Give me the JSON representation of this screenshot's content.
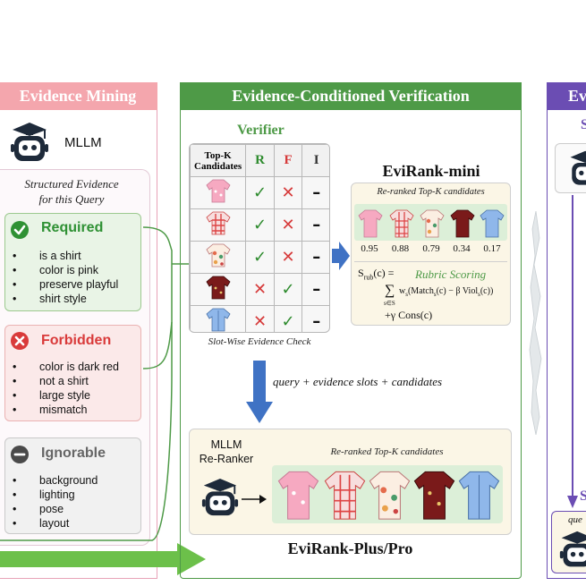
{
  "colors": {
    "mining_header": "#f4a6ad",
    "mining_border": "#e8a3b7",
    "verify_header": "#4e9a47",
    "verify_border": "#4e9a47",
    "right_header": "#6b4db3",
    "green_arrow": "#6cc04a",
    "blue_arrow": "#3f72c4"
  },
  "mining": {
    "title": "Evidence Mining",
    "mllm_label": "MLLM",
    "structured_caption_1": "Structured Evidence",
    "structured_caption_2": "for this Query",
    "required": {
      "title": "Required",
      "items": [
        "is a shirt",
        "color is pink",
        "preserve playful",
        "shirt style"
      ]
    },
    "forbidden": {
      "title": "Forbidden",
      "items": [
        "color is dark red",
        "not a shirt",
        "large style",
        "mismatch"
      ]
    },
    "ignorable": {
      "title": "Ignorable",
      "items": [
        "background",
        "lighting",
        "pose",
        "layout"
      ]
    }
  },
  "verification": {
    "title": "Evidence-Conditioned Verification",
    "verifier_label": "Verifier",
    "table_header_1": "Top-K",
    "table_header_2": "Candidates",
    "cols": [
      "R",
      "F",
      "I"
    ],
    "rows": [
      {
        "shirt": "pink-shirt",
        "r": "✓",
        "f": "✕",
        "i": "–"
      },
      {
        "shirt": "plaid-shirt",
        "r": "✓",
        "f": "✕",
        "i": "–"
      },
      {
        "shirt": "floral-shirt",
        "r": "✓",
        "f": "✕",
        "i": "–"
      },
      {
        "shirt": "darkred-shirt",
        "r": "✕",
        "f": "✓",
        "i": "–"
      },
      {
        "shirt": "blue-shirt",
        "r": "✕",
        "f": "✓",
        "i": "–"
      }
    ],
    "table_caption": "Slot-Wise Evidence Check",
    "mini_title": "EviRank-mini",
    "reranked_caption": "Re-ranked Top-K candidates",
    "scores": [
      "0.95",
      "0.88",
      "0.79",
      "0.34",
      "0.17"
    ],
    "rubric_label": "Rubric Scoring",
    "formula_lhs": "S",
    "formula_sub": "rub",
    "formula_arg": "(c) =",
    "formula_sum": "∑",
    "formula_sum_under": "s∈S",
    "formula_body": "w",
    "formula_body_sub": "s",
    "formula_body_rest": "(Match",
    "formula_body_rest2": "(c) − β Viol",
    "formula_body_rest3": "(c))",
    "formula_line2": "+γ Cons(c)",
    "down_arrow_caption": "query + evidence slots + candidates",
    "reranker_label_1": "MLLM",
    "reranker_label_2": "Re-Ranker",
    "reranked_caption_2": "Re-ranked Top-K candidates",
    "plus_pro_title": "EviRank-Plus/Pro"
  },
  "right_panel": {
    "title_partial": "Ev",
    "s_top": "S",
    "s_bottom": "S",
    "que_partial": "que"
  }
}
